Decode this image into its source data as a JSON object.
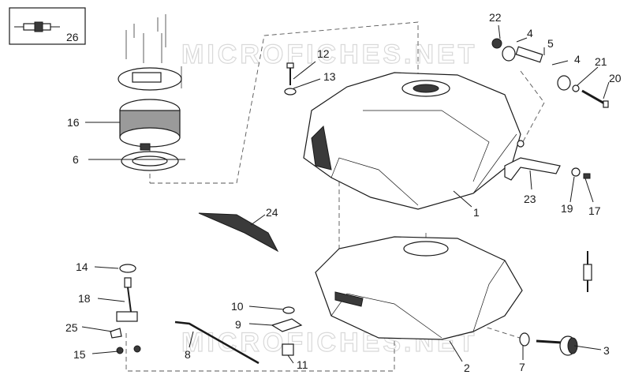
{
  "watermarks": [
    "MICROFICHES.NET",
    "MICROFICHES.NET"
  ],
  "callouts": {
    "p1": "1",
    "p2": "2",
    "p3": "3",
    "p4a": "4",
    "p4b": "4",
    "p5": "5",
    "p6": "6",
    "p7": "7",
    "p8": "8",
    "p9": "9",
    "p10": "10",
    "p11": "11",
    "p12": "12",
    "p13": "13",
    "p14": "14",
    "p15": "15",
    "p16": "16",
    "p17": "17",
    "p18": "18",
    "p19": "19",
    "p20": "20",
    "p21": "21",
    "p22": "22",
    "p23": "23",
    "p24": "24",
    "p25": "25",
    "p26": "26"
  }
}
